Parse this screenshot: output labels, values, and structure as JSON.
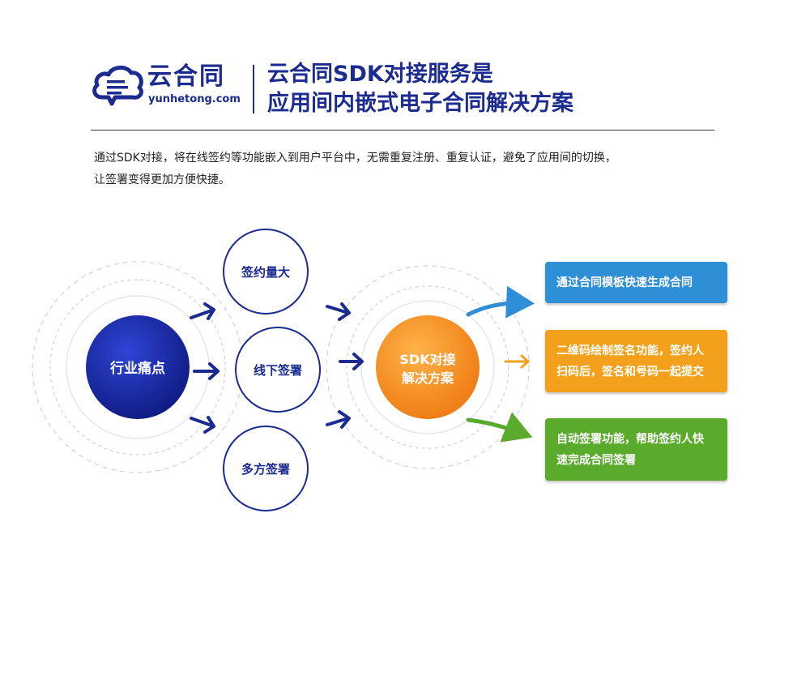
{
  "header": {
    "brand_name": "云合同",
    "brand_url": "yunhetong.com",
    "title_line1": "云合同SDK对接服务是",
    "title_line2": "应用间内嵌式电子合同解决方案"
  },
  "description": {
    "line1": "通过SDK对接，将在线签约等功能嵌入到用户平台中，无需重复注册、重复认证，避免了应用间的切换，",
    "line2": "让签署变得更加方便快捷。"
  },
  "diagram": {
    "pain_point": "行业痛点",
    "problems": [
      "签约量大",
      "线下签署",
      "多方签署"
    ],
    "solution_line1": "SDK对接",
    "solution_line2": "解决方案",
    "outcomes": [
      {
        "lines": [
          "通过合同模板快速生成合同"
        ]
      },
      {
        "lines": [
          "二维码绘制签名功能，签约人",
          "扫码后，签名和号码一起提交"
        ]
      },
      {
        "lines": [
          "自动签署功能，帮助签约人快",
          "速完成合同签署"
        ]
      }
    ]
  },
  "colors": {
    "brand_navy": "#1b2b8f",
    "circle_blue": "#1a2aa6",
    "solution_orange": "#f28a1c",
    "box_blue": "#2f8fd6",
    "box_orange": "#f3a11c",
    "box_green": "#5aab2c"
  }
}
